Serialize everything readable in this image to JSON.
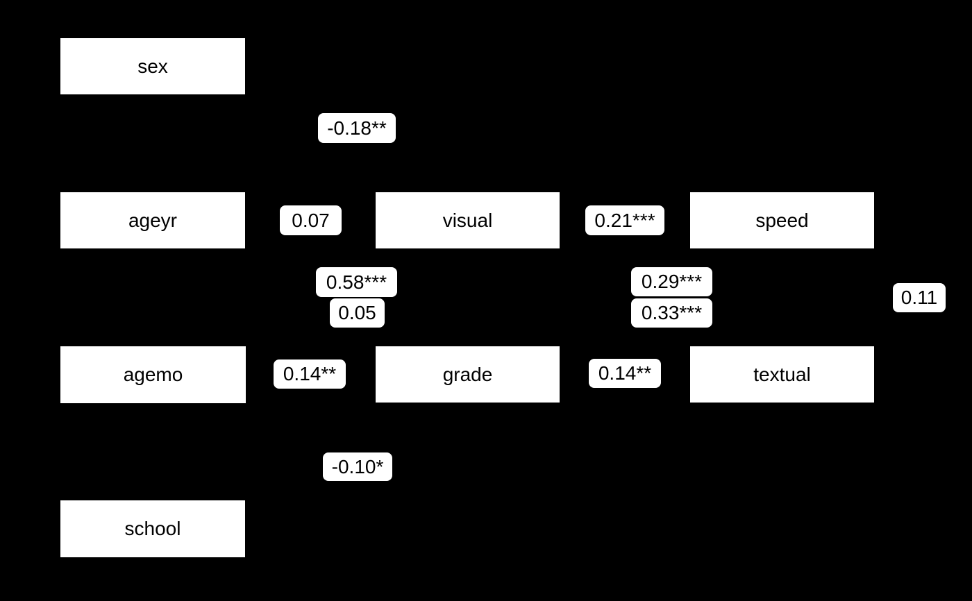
{
  "diagram": {
    "type": "sem-path-diagram",
    "background_color": "#000000",
    "node_fill_color": "#ffffff",
    "text_color": "#000000",
    "nodes": [
      {
        "label": "sex"
      },
      {
        "label": "ageyr"
      },
      {
        "label": "visual"
      },
      {
        "label": "speed"
      },
      {
        "label": "agemo"
      },
      {
        "label": "grade"
      },
      {
        "label": "textual"
      },
      {
        "label": "school"
      }
    ],
    "edge_labels": [
      {
        "label": "-0.18**"
      },
      {
        "label": "0.07"
      },
      {
        "label": "0.21***"
      },
      {
        "label": "0.58***"
      },
      {
        "label": "0.05"
      },
      {
        "label": "0.29***"
      },
      {
        "label": "0.33***"
      },
      {
        "label": "0.11"
      },
      {
        "label": "0.14**"
      },
      {
        "label": "0.14**"
      },
      {
        "label": "-0.10*"
      }
    ]
  }
}
